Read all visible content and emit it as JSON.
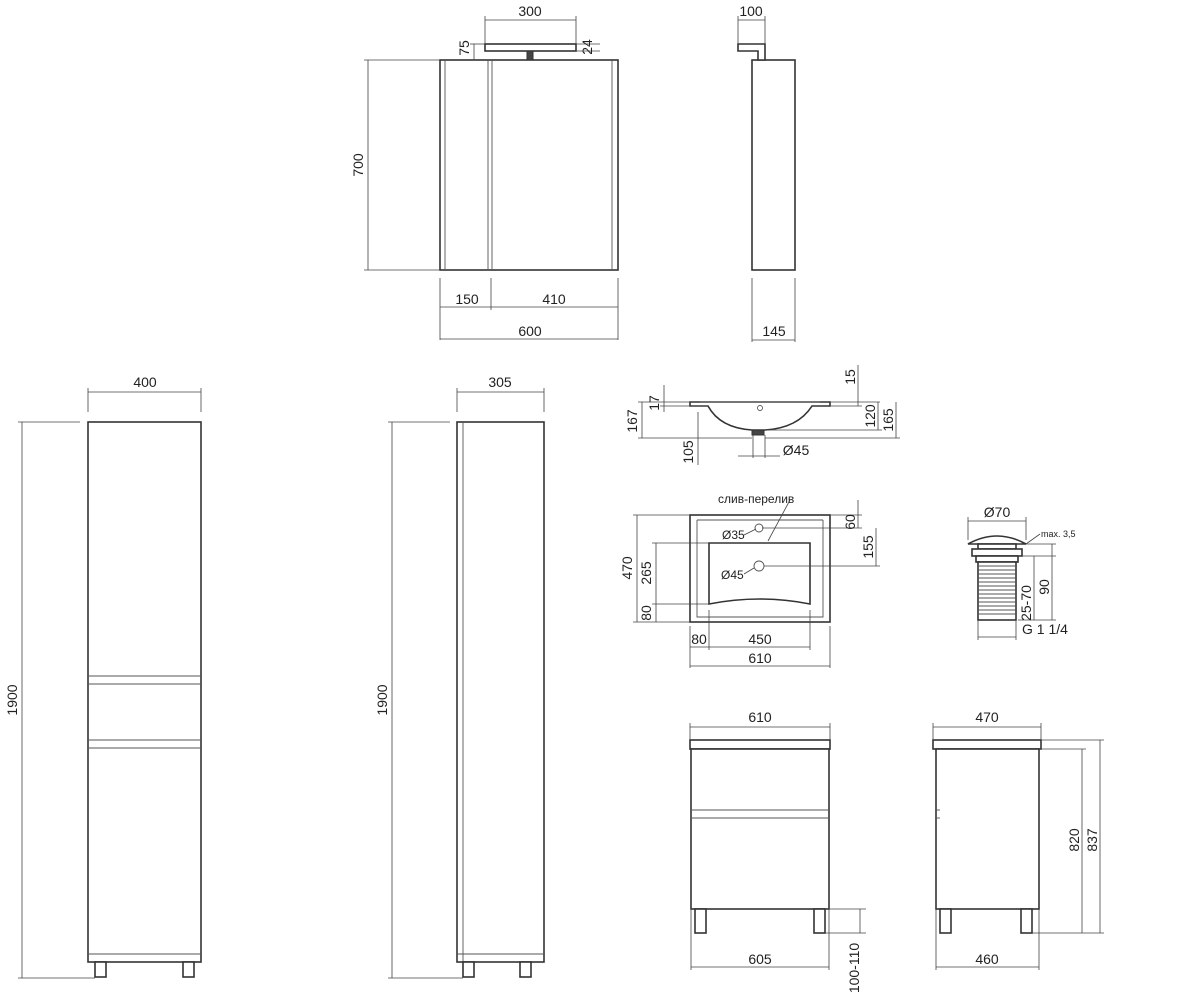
{
  "mirror_cabinet": {
    "lamp_width": "300",
    "lamp_offset": "75",
    "lamp_height": "24",
    "height": "700",
    "left_section": "150",
    "right_section": "410",
    "total_width": "600",
    "lamp_depth": "100",
    "depth": "145"
  },
  "tall_cabinet": {
    "front_width": "400",
    "front_height": "1900",
    "side_depth": "305",
    "side_height": "1900"
  },
  "sink_section": {
    "top_thickness": "15",
    "rim": "17",
    "total_height": "167",
    "bowl_depth": "120",
    "overall_height": "165",
    "drain_height": "105",
    "drain_diameter": "Ø45"
  },
  "sink_plan": {
    "overflow_label": "слив-перелив",
    "tap_hole": "Ø35",
    "drain_hole": "Ø45",
    "depth": "470",
    "bowl_depth": "265",
    "front_edge": "80",
    "back_edge": "60",
    "bowl_offset": "155",
    "left_margin": "80",
    "bowl_width": "450",
    "width": "610"
  },
  "drain_valve": {
    "cap_diameter": "Ø70",
    "max_gap": "max. 3,5",
    "adjust_range": "25-70",
    "height": "90",
    "thread": "G 1 1/4"
  },
  "base_front": {
    "top_width": "610",
    "body_width": "605",
    "legs_height": "100-110"
  },
  "base_side": {
    "top_depth": "470",
    "body_depth": "460",
    "body_height": "820",
    "overall_height": "837"
  }
}
